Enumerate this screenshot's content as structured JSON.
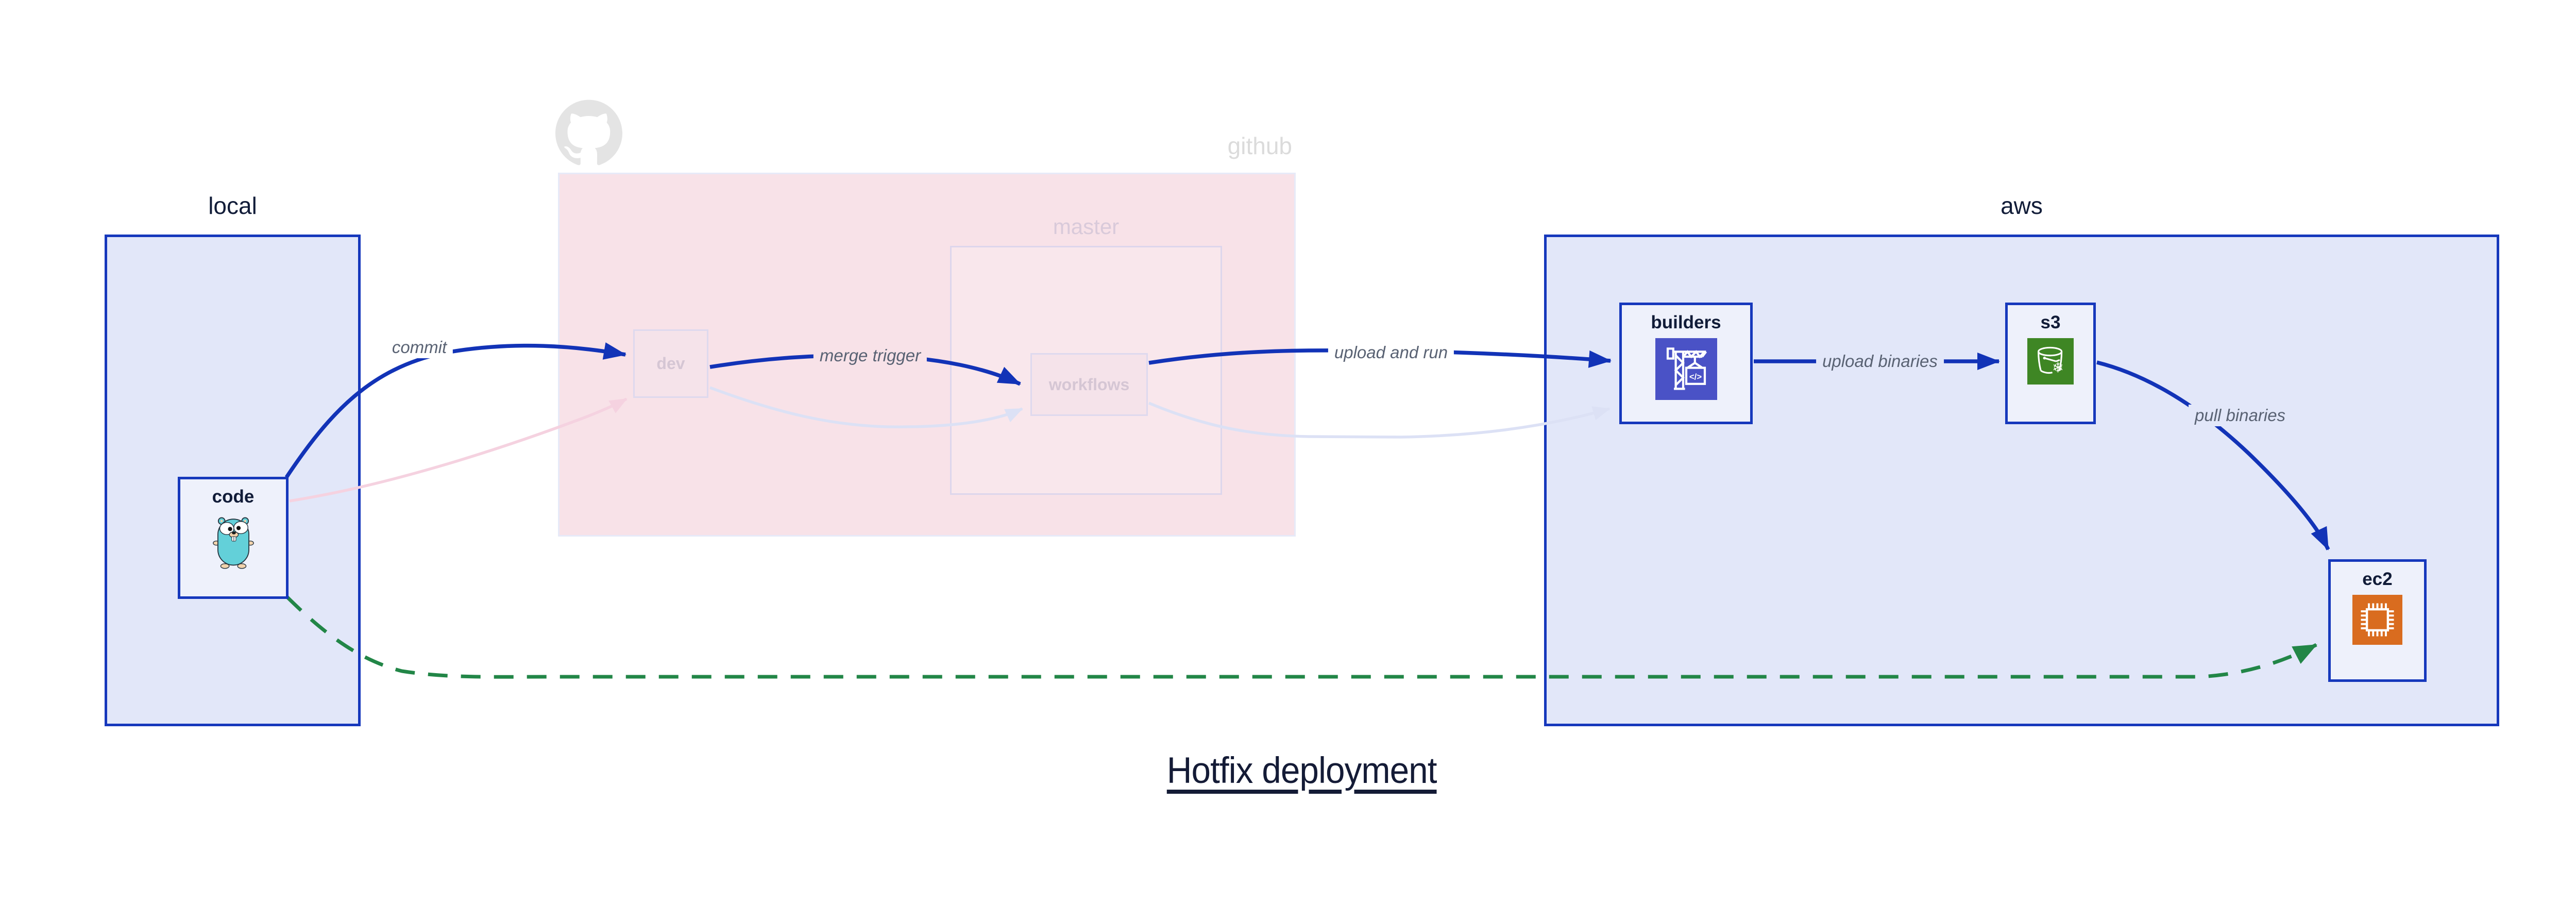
{
  "diagram": {
    "title": "Hotfix deployment",
    "type": "architecture-flow"
  },
  "groups": {
    "local": {
      "label": "local"
    },
    "github": {
      "label": "github"
    },
    "master": {
      "label": "master"
    },
    "aws": {
      "label": "aws"
    }
  },
  "nodes": {
    "code": {
      "label": "code",
      "group": "local",
      "icon": "go-gopher-icon",
      "state": "normal"
    },
    "dev": {
      "label": "dev",
      "group": "github",
      "icon": null,
      "state": "faded"
    },
    "workflows": {
      "label": "workflows",
      "group": "github/master",
      "icon": null,
      "state": "faded"
    },
    "builders": {
      "label": "builders",
      "group": "aws",
      "icon": "codebuild-crane-icon",
      "state": "normal"
    },
    "s3": {
      "label": "s3",
      "group": "aws",
      "icon": "s3-glacier-bucket-icon",
      "state": "normal"
    },
    "ec2": {
      "label": "ec2",
      "group": "aws",
      "icon": "ec2-chip-icon",
      "state": "normal"
    }
  },
  "edges": {
    "commit": {
      "label": "commit",
      "from": "code",
      "to": "dev",
      "style": "solid-blue"
    },
    "merge_trigger": {
      "label": "merge trigger",
      "from": "dev",
      "to": "workflows",
      "style": "solid-blue"
    },
    "upload_and_run": {
      "label": "upload and run",
      "from": "workflows",
      "to": "builders",
      "style": "solid-blue"
    },
    "upload_binaries": {
      "label": "upload binaries",
      "from": "builders",
      "to": "s3",
      "style": "solid-blue"
    },
    "pull_binaries": {
      "label": "pull binaries",
      "from": "s3",
      "to": "ec2",
      "style": "solid-blue"
    },
    "hotfix_path": {
      "label": "",
      "from": "code",
      "to": "ec2",
      "style": "dashed-green"
    },
    "normal_code_dev": {
      "label": "",
      "from": "code",
      "to": "dev",
      "style": "faded-pink"
    },
    "normal_dev_workflows": {
      "label": "",
      "from": "dev",
      "to": "workflows",
      "style": "faded-lavender"
    },
    "normal_workflows_builders": {
      "label": "",
      "from": "workflows",
      "to": "builders",
      "style": "faded-lavender"
    }
  },
  "icons": {
    "code": "go-gopher-icon",
    "github_region": "github-octocat-icon",
    "builders": "codebuild-crane-icon",
    "s3": "s3-glacier-bucket-icon",
    "ec2": "ec2-chip-icon"
  },
  "glyphs": {
    "code_symbol": "</>",
    "snowflake": "❄"
  },
  "colors": {
    "accent_blue_border": "#1638bc",
    "arrow_blue": "#1233b7",
    "hotfix_green": "#228647",
    "faded_pink_arrow": "#f5d2e0",
    "faded_lavender_arrow": "#dce1f5",
    "group_fill": "#e2e7f9",
    "node_fill": "#eef1fb",
    "github_region_fill": "#f8e2e8",
    "builders_icon_bg": "#4a52c6",
    "s3_icon_bg": "#3e8624",
    "ec2_icon_bg": "#d96c1f",
    "gopher_teal": "#63d0d9",
    "edge_label_text": "#596273",
    "dark_navy_text": "#111c38"
  }
}
